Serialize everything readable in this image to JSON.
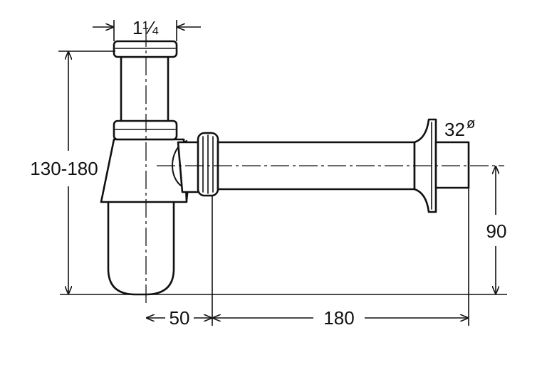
{
  "dimensions": {
    "thread_size": "1¼",
    "height_range": "130-180",
    "outlet_diameter_number": "32",
    "outlet_diameter_symbol": "ø",
    "wall_height": "90",
    "offset_horizontal": "50",
    "tube_length": "180"
  },
  "colors": {
    "stroke": "#111111",
    "fill": "#ffffff"
  }
}
